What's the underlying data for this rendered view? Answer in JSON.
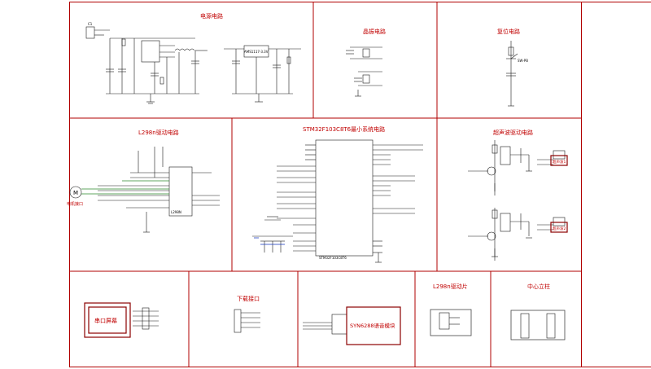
{
  "sections": {
    "power": "电源电路",
    "crystal": "晶振电路",
    "reset": "复位电路",
    "l298n": "L298n驱动电路",
    "mcu": "STM32F103C8T6最小系统电路",
    "ultrasonic": "超声波驱动电路",
    "serial": "下载接口",
    "voice": "SYN6288语音模块",
    "l298n_chip": "L298n驱动片",
    "pillar": "中心立柱"
  },
  "modules": {
    "lcd": "串口屏幕",
    "voice_module": "SYN6288语音模块",
    "motor": "电机接口",
    "ultra1": "超声波1",
    "ultra2": "超声波2"
  },
  "labels": {
    "regulator": "AMS1117-3.3V",
    "mcu_part": "STM32F103C8T6",
    "l298_part": "L298N",
    "sw_reset": "SW-PB",
    "cap_c1": "C1",
    "motor_symbol": "M"
  }
}
